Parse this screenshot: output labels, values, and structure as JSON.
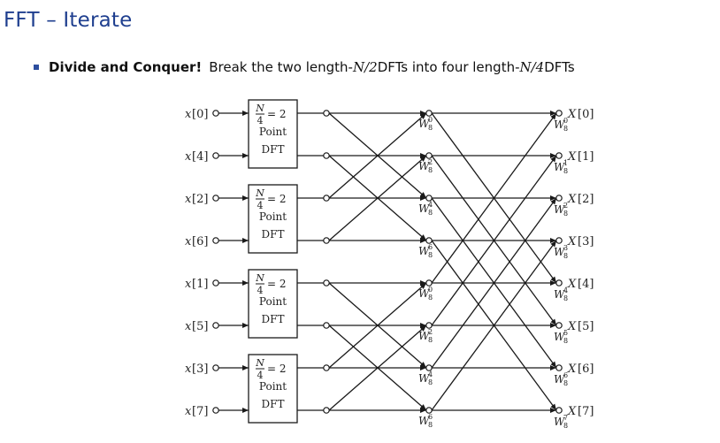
{
  "slide": {
    "title": "FFT – Iterate"
  },
  "bullet": {
    "lead": "Divide and Conquer!",
    "text_1": "Break the two length-",
    "math_1": "N/2",
    "text_2": " DFTs into four length-",
    "math_2": "N/4",
    "text_3": " DFTs"
  },
  "diagram": {
    "inputs": [
      "0",
      "4",
      "2",
      "6",
      "1",
      "5",
      "3",
      "7"
    ],
    "outputs": [
      "0",
      "1",
      "2",
      "3",
      "4",
      "5",
      "6",
      "7"
    ],
    "input_prefix": "x",
    "output_prefix": "X",
    "dft_block": {
      "numerator": "N",
      "denominator": "4",
      "equals": "= 2",
      "line1": "Point",
      "line2": "DFT"
    },
    "twiddle_base": "W",
    "twiddle_sub": "8",
    "stage2_twiddles": [
      "0",
      "2",
      "4",
      "6",
      "0",
      "2",
      "4",
      "6"
    ],
    "stage3_twiddles": [
      "0",
      "1",
      "2",
      "3",
      "4",
      "5",
      "6",
      "7"
    ]
  }
}
